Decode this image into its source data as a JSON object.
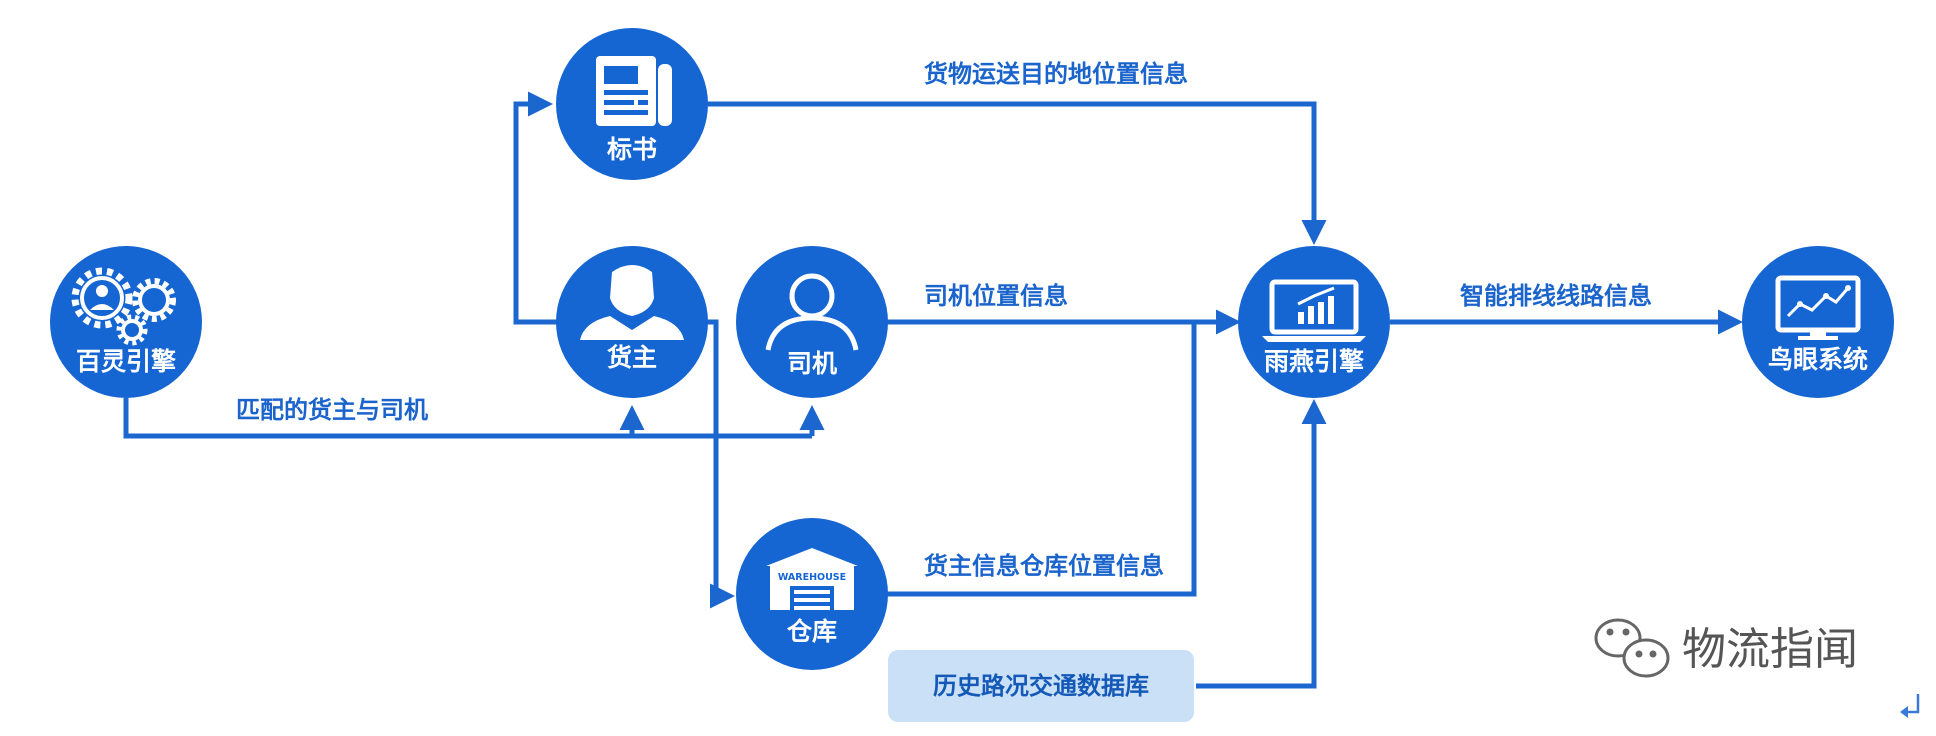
{
  "colors": {
    "node_fill": "#1565d3",
    "edge": "#1b66cf",
    "label": "#1a64cc",
    "db_box": "#c9e0f7",
    "white": "#ffffff"
  },
  "nodes": {
    "bailing": {
      "label": "百灵引擎",
      "icon": "gears-person-icon"
    },
    "biaoshu": {
      "label": "标书",
      "icon": "newspaper-icon"
    },
    "huozhu": {
      "label": "货主",
      "icon": "person-silhouette-icon"
    },
    "siji": {
      "label": "司机",
      "icon": "user-outline-icon"
    },
    "cangku": {
      "label": "仓库",
      "icon": "warehouse-icon",
      "icon_text": "WAREHOUSE"
    },
    "yuyan": {
      "label": "雨燕引擎",
      "icon": "laptop-chart-icon"
    },
    "niaoyan": {
      "label": "鸟眼系统",
      "icon": "monitor-line-chart-icon"
    }
  },
  "database": {
    "label": "历史路况交通数据库"
  },
  "edge_labels": {
    "destination": "货物运送目的地位置信息",
    "driver_location": "司机位置信息",
    "routing": "智能排线线路信息",
    "matching": "匹配的货主与司机",
    "warehouse_location": "货主信息仓库位置信息"
  },
  "watermark": {
    "text": "物流指闻",
    "icon": "wechat-icon"
  }
}
